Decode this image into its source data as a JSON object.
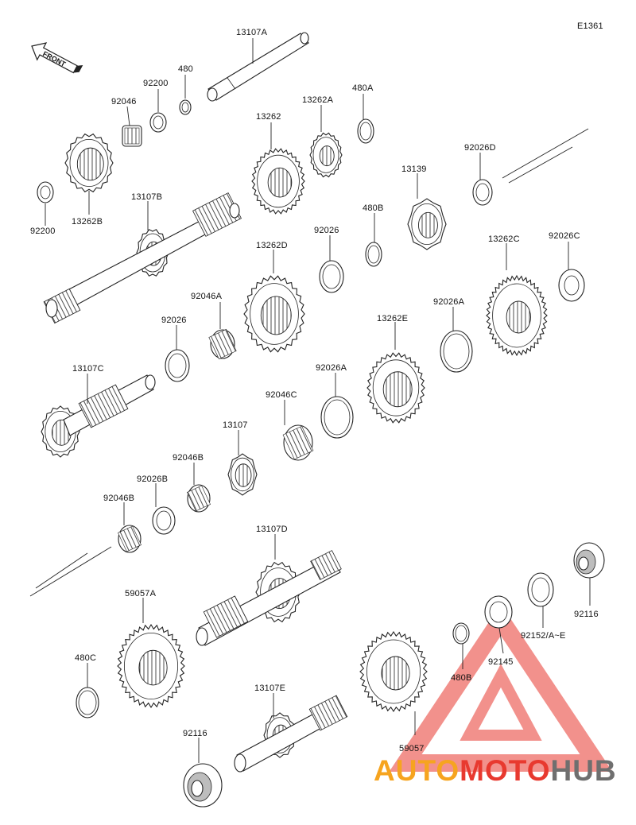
{
  "diagram": {
    "code": "E1361",
    "front_label": "FRONT",
    "labels": {
      "shaft_top": "13107A",
      "ring_480": "480",
      "washer_92200_top": "92200",
      "bearing_92046_top": "92046",
      "washer_92200_left": "92200",
      "gear_13262B": "13262B",
      "shaft_13107B": "13107B",
      "gear_13262": "13262",
      "gear_13262A": "13262A",
      "ring_480A": "480A",
      "washer_92026D": "92026D",
      "hub_13139": "13139",
      "ring_480B_top": "480B",
      "washer_92026_upper": "92026",
      "gear_13262D": "13262D",
      "gear_13262C": "13262C",
      "washer_92026C": "92026C",
      "bearing_92046A": "92046A",
      "washer_92026_lower": "92026",
      "washer_92026A_upper": "92026A",
      "gear_13262E": "13262E",
      "shaft_13107C": "13107C",
      "washer_92026A_lower": "92026A",
      "bearing_92046C": "92046C",
      "hub_13107": "13107",
      "bearing_92046B_upper": "92046B",
      "collar_92026B": "92026B",
      "bearing_92046B_lower": "92046B",
      "shaft_13107D": "13107D",
      "gear_59057A": "59057A",
      "ring_480C": "480C",
      "bearing_92116_right": "92116",
      "shim_92152": "92152/A~E",
      "washer_92145": "92145",
      "ring_480B_bottom": "480B",
      "gear_59057": "59057",
      "shaft_13107E": "13107E",
      "bearing_92116_bottom": "92116"
    }
  },
  "watermark": {
    "part1": "AUTO",
    "part2": "MOTO",
    "part3": "HUB",
    "colors": {
      "orange": "#f6a41f",
      "red": "#e8392f",
      "grey": "#6f6f6f"
    }
  }
}
